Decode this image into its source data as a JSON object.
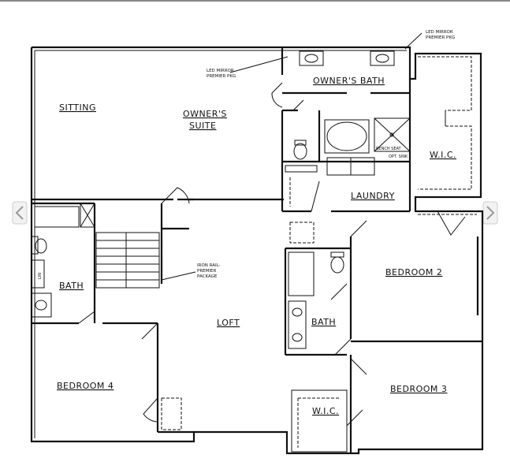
{
  "rooms": {
    "sitting": "SITTING",
    "owners_suite_1": "OWNER'S",
    "owners_suite_2": "SUITE",
    "owners_bath": "OWNER'S BATH",
    "wic_owner": "W.I.C.",
    "laundry": "LAUNDRY",
    "bedroom_2": "BEDROOM 2",
    "bath_left": "BATH",
    "loft": "LOFT",
    "bath_center": "BATH",
    "bedroom_4": "BEDROOM 4",
    "bedroom_3": "BEDROOM 3",
    "wic_bed3": "W.I.C."
  },
  "notes": {
    "led_top_1": "LED MIRROR",
    "led_top_2": "PREMIER PKG",
    "led_mid_1": "LED MIRROR",
    "led_mid_2": "PREMIER PKG",
    "bench_seat": "BENCH SEAT",
    "opt_sink": "OPT. SINK",
    "iron_rail_1": "IRON RAIL-",
    "iron_rail_2": "PREMIER",
    "iron_rail_3": "PACKAGE",
    "lin": "LIN"
  },
  "icons": [
    "chevron-left-icon",
    "chevron-right-icon"
  ]
}
